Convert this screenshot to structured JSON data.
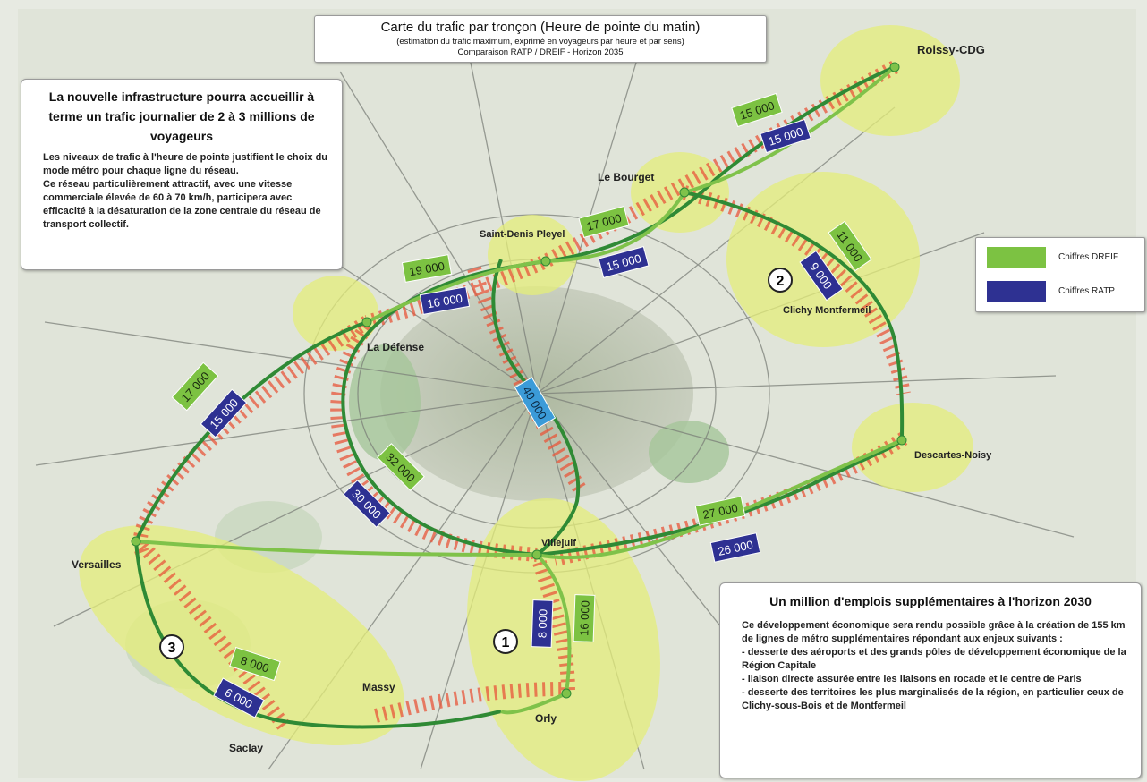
{
  "title": {
    "main": "Carte du trafic par tronçon (Heure de pointe du matin)",
    "sub": "(estimation du trafic maximum, exprimé en voyageurs par heure et par sens)",
    "sub2": "Comparaison RATP / DREIF - Horizon 2035"
  },
  "info_left": {
    "heading": "La nouvelle infrastructure pourra accueillir à terme un trafic journalier de 2 à 3 millions de voyageurs",
    "para1": "Les niveaux de trafic à l'heure de pointe justifient le choix du mode métro pour chaque ligne du réseau.",
    "para2": "Ce réseau particulièrement attractif, avec une vitesse commerciale élevée de 60 à 70 km/h, participera avec efficacité à la désaturation de la zone centrale du réseau de transport collectif."
  },
  "info_right": {
    "heading": "Un million d'emplois supplémentaires à l'horizon 2030",
    "intro": "Ce développement économique sera rendu possible grâce à la création de 155 km de lignes de métro supplémentaires répondant aux enjeux suivants :",
    "bullets": [
      "- desserte des aéroports et des grands pôles de développement économique de la Région Capitale",
      "- liaison directe assurée entre les liaisons en rocade et le centre de Paris",
      "- desserte des territoires les plus marginalisés de la région, en particulier ceux de Clichy-sous-Bois et de Montfermeil"
    ]
  },
  "legend": {
    "dreif": "Chiffres DREIF",
    "ratp": "Chiffres RATP",
    "dreif_color": "#7cc242",
    "ratp_color": "#2e3192"
  },
  "places": [
    "Roissy-CDG",
    "Le Bourget",
    "Saint-Denis Pleyel",
    "La Défense",
    "Clichy Montfermeil",
    "Descartes-Noisy",
    "Villejuif",
    "Versailles",
    "Massy",
    "Orly",
    "Saclay"
  ],
  "zones": [
    "1",
    "2",
    "3"
  ],
  "traffic": {
    "dreif": [
      "15 000",
      "17 000",
      "19 000",
      "11 000",
      "17 000",
      "32 000",
      "27 000",
      "16 000",
      "8 000"
    ],
    "ratp": [
      "15 000",
      "15 000",
      "16 000",
      "9 000",
      "15 000",
      "30 000",
      "26 000",
      "8 000",
      "6 000"
    ],
    "central": "40 000",
    "central_color": "#3b9bd8"
  },
  "colors": {
    "line_dark": "#2f8a35",
    "line_light": "#7fc24a",
    "hatch": "#e8563a",
    "zone_fill": "#e5ee7a"
  }
}
